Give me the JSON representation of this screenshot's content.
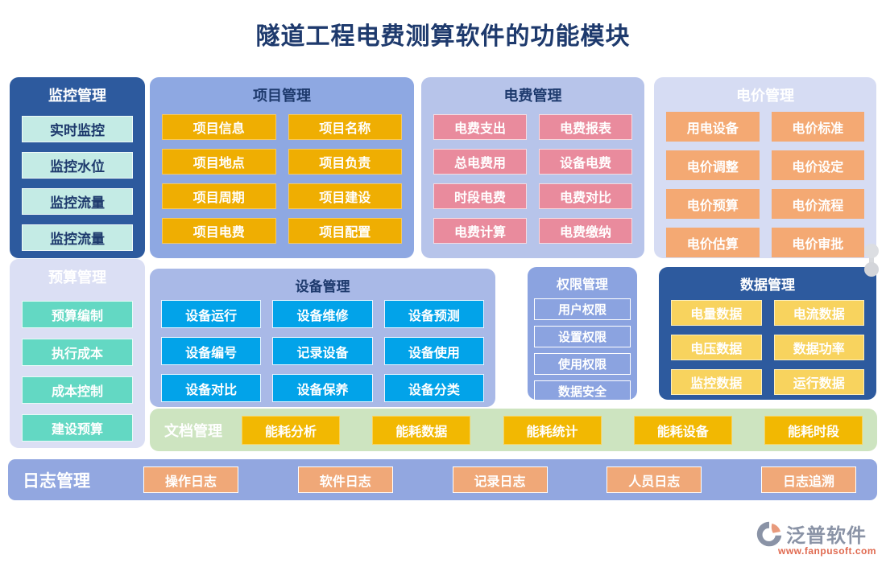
{
  "title": "隧道工程电费测算软件的功能模块",
  "panels": {
    "monitoring": {
      "title": "监控管理",
      "items": [
        "实时监控",
        "监控水位",
        "监控流量",
        "监控流量"
      ]
    },
    "project": {
      "title": "项目管理",
      "items": [
        "项目信息",
        "项目名称",
        "项目地点",
        "项目负责",
        "项目周期",
        "项目建设",
        "项目电费",
        "项目配置"
      ]
    },
    "electricity_fee": {
      "title": "电费管理",
      "items": [
        "电费支出",
        "电费报表",
        "总电费用",
        "设备电费",
        "时段电费",
        "电费对比",
        "电费计算",
        "电费缴纳"
      ]
    },
    "electricity_price": {
      "title": "电价管理",
      "items": [
        "用电设备",
        "电价标准",
        "电价调整",
        "电价设定",
        "电价预算",
        "电价流程",
        "电价估算",
        "电价审批"
      ]
    },
    "budget": {
      "title": "预算管理",
      "items": [
        "预算编制",
        "执行成本",
        "成本控制",
        "建设预算"
      ]
    },
    "device": {
      "title": "设备管理",
      "items": [
        "设备运行",
        "设备维修",
        "设备预测",
        "设备编号",
        "记录设备",
        "设备使用",
        "设备对比",
        "设备保养",
        "设备分类"
      ]
    },
    "permission": {
      "title": "权限管理",
      "items": [
        "用户权限",
        "设置权限",
        "使用权限",
        "数据安全"
      ]
    },
    "data": {
      "title": "数据管理",
      "items": [
        "电量数据",
        "电流数据",
        "电压数据",
        "数据功率",
        "监控数据",
        "运行数据"
      ]
    },
    "document": {
      "title": "文档管理",
      "items": [
        "能耗分析",
        "能耗数据",
        "能耗统计",
        "能耗设备",
        "能耗时段"
      ]
    },
    "log": {
      "title": "日志管理",
      "items": [
        "操作日志",
        "软件日志",
        "记录日志",
        "人员日志",
        "日志追溯"
      ]
    }
  },
  "footer": {
    "brand": "泛普软件",
    "website": "www.fanpusoft.com"
  },
  "colors": {
    "title_text": "#1e3a6d",
    "dark_panel": "#2d5a9e",
    "gold": "#efae02",
    "pink": "#e98b9d",
    "orange": "#f4a973",
    "teal": "#63d8c3",
    "mint": "#c4ebe5",
    "bright_blue": "#02a3e9",
    "light_gold": "#f8d35e",
    "deep_gold": "#f2b802",
    "log_orange": "#f0a878",
    "green_strip": "#cde4c0",
    "brand_gray": "#8a93a6",
    "brand_red": "#e06a50"
  }
}
